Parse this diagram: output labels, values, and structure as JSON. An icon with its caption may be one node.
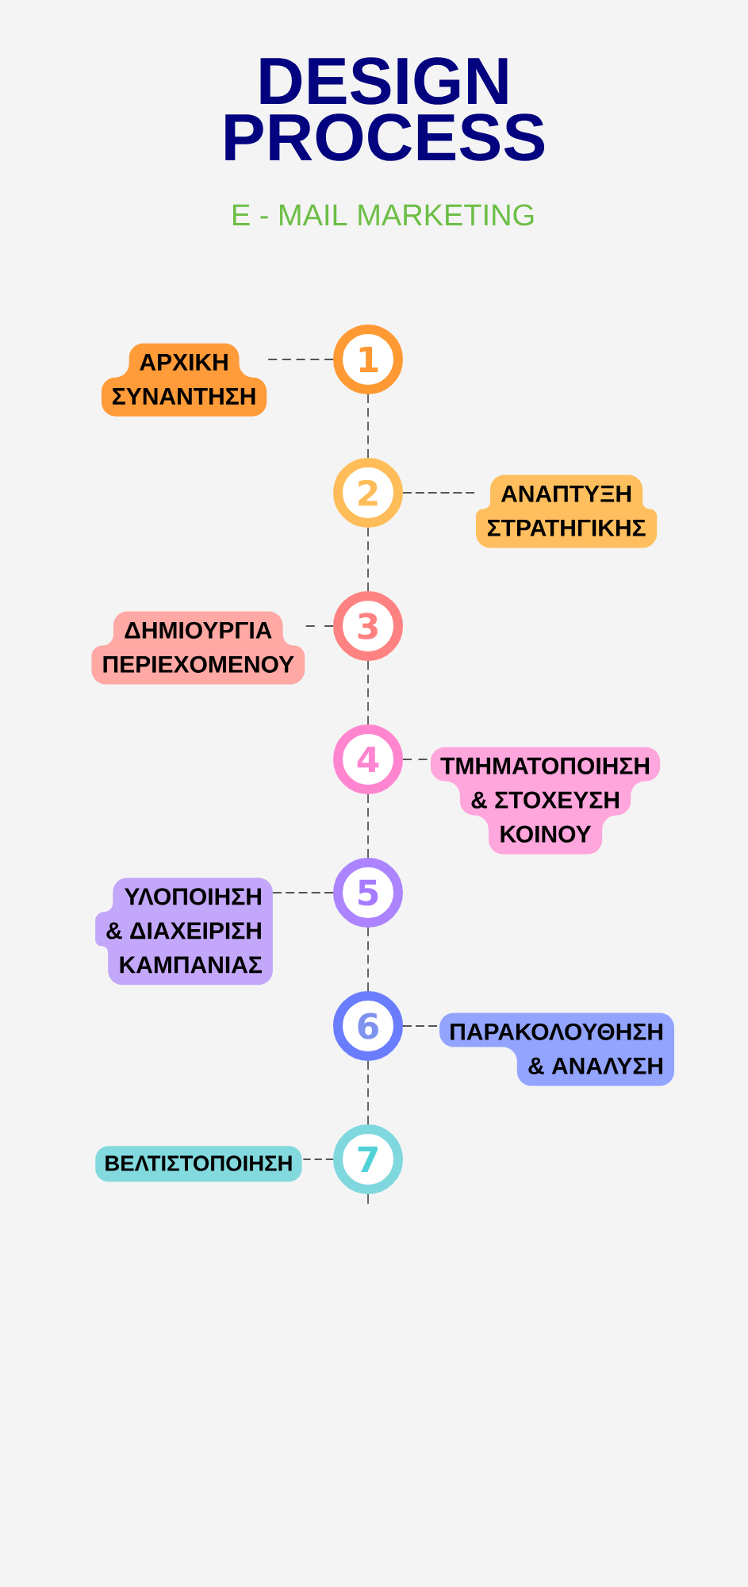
{
  "diagram": {
    "title": "DESIGN PROCESS",
    "nodes": [
      {
        "text": [
          "ΑΡΧΙΚΗ ΣΥΝΑΝΤΗΣΗ"
        ]
      },
      {
        "text": [
          "1"
        ]
      },
      {
        "text": [
          "2"
        ]
      },
      {
        "text": [
          "ΑΝΑΠΤΥΞΗ ΣΤΡΑΤΗΓΙΚΗΣ"
        ]
      },
      {
        "text": [
          "ΔΗΜΙΟΥΡΓΙΑ ΠΕΡΙΕΧΟΜΕΝΟΥ"
        ]
      },
      {
        "text": [
          "3"
        ]
      },
      {
        "text": [
          "4"
        ]
      },
      {
        "text": [
          "ΤΜΗΜΑΤΟΠΟΙΗΣΗ & ΣΤΟΧΕΥΣΗ ΚΟΙΝΟΥ"
        ]
      },
      {
        "text": [
          "ΥΛΟΠΟΙΗΣΗ & ΔΙΑΧΕΙΡΙΣΗ ΚΑΜΠΑΝΙΑΣ"
        ]
      },
      {
        "text": [
          "5"
        ]
      },
      {
        "text": [
          "6"
        ]
      },
      {
        "text": [
          "ΠΑΡΑΚΟΛΟΥΘΗΣΗ & ΑΝΑΛΥΣΗ"
        ]
      },
      {
        "text": [
          "ΒΕΛΤΙΣΤΟΠΟΙΗΣΗ"
        ]
      },
      {
        "text": [
          "7"
        ]
      }
    ],
    "edges": [
      {
        "from": 1,
        "to": 0,
        "arrow": "none",
        "style": "dashed"
      },
      {
        "from": 1,
        "to": 2,
        "arrow": "none",
        "style": "dashed"
      },
      {
        "from": 2,
        "to": 3,
        "arrow": "none",
        "style": "dashed"
      },
      {
        "from": 2,
        "to": 5,
        "arrow": "none",
        "style": "dashed"
      },
      {
        "from": 5,
        "to": 4,
        "arrow": "none",
        "style": "dashed"
      },
      {
        "from": 5,
        "to": 6,
        "arrow": "none",
        "style": "dashed"
      },
      {
        "from": 6,
        "to": 7,
        "arrow": "none",
        "style": "dashed"
      },
      {
        "from": 6,
        "to": 9,
        "arrow": "none",
        "style": "dashed"
      },
      {
        "from": 9,
        "to": 8,
        "arrow": "none",
        "style": "dashed"
      },
      {
        "from": 9,
        "to": 10,
        "arrow": "none",
        "style": "dashed"
      },
      {
        "from": 10,
        "to": 11,
        "arrow": "none",
        "style": "dashed"
      },
      {
        "from": 10,
        "to": 13,
        "arrow": "none",
        "style": "dashed"
      },
      {
        "from": 13,
        "to": 12,
        "arrow": "none",
        "style": "dashed"
      },
      {
        "from": 13,
        "to": null,
        "arrow": "none"
      }
    ],
    "labels": [
      "E - MAIL MARKETING"
    ]
  }
}
